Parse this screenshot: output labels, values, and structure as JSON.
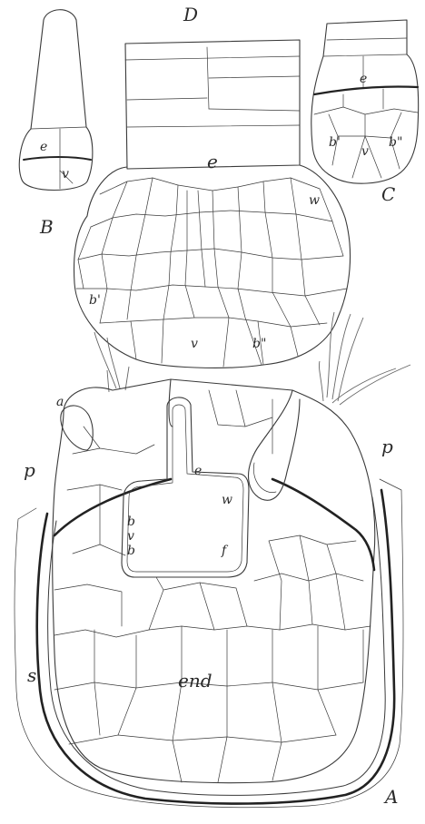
{
  "figures": {
    "A": {
      "panel_label": "A",
      "labels": {
        "a": "a",
        "p_left": "p",
        "p_right": "p",
        "e": "e",
        "w": "w",
        "b_top": "b",
        "v": "v",
        "b_bottom": "b",
        "f": "f",
        "s": "s",
        "end": "end"
      }
    },
    "B": {
      "panel_label": "B",
      "labels": {
        "e": "e",
        "v": "v"
      }
    },
    "C": {
      "panel_label": "C",
      "labels": {
        "e": "e",
        "b_prime": "b'",
        "v": "v",
        "b_double_prime": "b\""
      }
    },
    "D": {
      "panel_label": "D",
      "labels": {
        "e": "e",
        "w": "w",
        "b_prime": "b'",
        "v": "v",
        "b_double_prime": "b\""
      }
    }
  }
}
